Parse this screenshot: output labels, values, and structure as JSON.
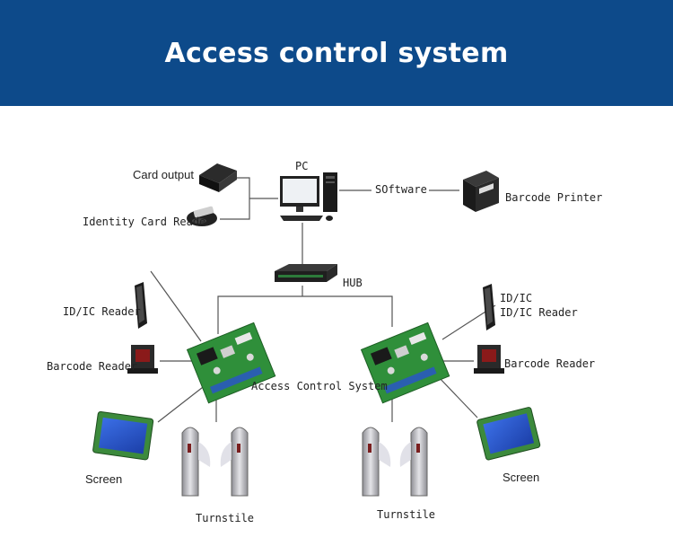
{
  "title": "Access control system",
  "labels": {
    "pc": "PC",
    "card_output": "Card output",
    "identity_card_reader": "Identity Card Reader",
    "software": "SOftware",
    "barcode_printer": "Barcode Printer",
    "hub": "HUB",
    "id_ic_reader_left": "ID/IC Reader",
    "barcode_reader_left": "Barcode Reader",
    "access_control_system": "Access Control System",
    "screen_left": "Screen",
    "turnstile_left": "Turnstile",
    "id_ic_line1_right": "ID/IC",
    "id_ic_line2_right": "ID/IC Reader",
    "barcode_reader_right": "Barcode Reader",
    "screen_right": "Screen",
    "turnstile_right": "Turnstile"
  },
  "colors": {
    "banner": "#0d4a8a",
    "board": "#2f8f3a",
    "screen": "#2f5fd8",
    "device": "#1e1e1e",
    "turnstile": "#b8b8bc"
  }
}
